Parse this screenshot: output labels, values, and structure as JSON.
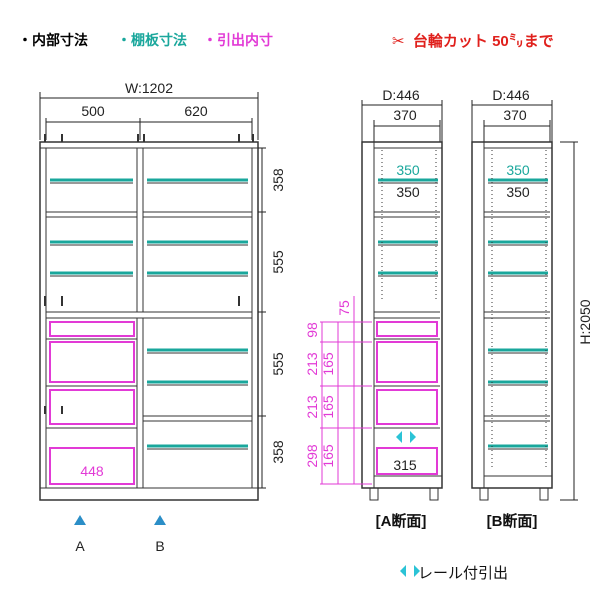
{
  "legend": {
    "inner": "・内部寸法",
    "shelf": "・棚板寸法",
    "drawer": "・引出内寸",
    "inner_color": "#111111",
    "shelf_color": "#1aa79c",
    "drawer_color": "#e23ad6"
  },
  "cut_note": {
    "icon": "scissors-icon",
    "text": "台輪カット 50㍉まで",
    "color": "#e0201c"
  },
  "front": {
    "width_label": "W:1202",
    "left_width": "500",
    "right_width": "620",
    "heights": [
      "358",
      "555",
      "555",
      "358"
    ],
    "drawer_inner_width": "448",
    "marker_a": "A",
    "marker_b": "B"
  },
  "section_a": {
    "depth_label": "D:446",
    "inner_depth": "370",
    "shelf_top": "350",
    "shelf_second": "350",
    "drawer_depth": "315",
    "drawer_dims": [
      "75",
      "98",
      "213",
      "165",
      "213",
      "165",
      "298",
      "165"
    ],
    "caption": "[A断面]"
  },
  "section_b": {
    "depth_label": "D:446",
    "inner_depth": "370",
    "shelf_top": "350",
    "shelf_second": "350",
    "height_label": "H:2050",
    "caption": "[B断面]"
  },
  "rail_note": {
    "icon": "rail-arrows-icon",
    "text": "レール付引出"
  }
}
